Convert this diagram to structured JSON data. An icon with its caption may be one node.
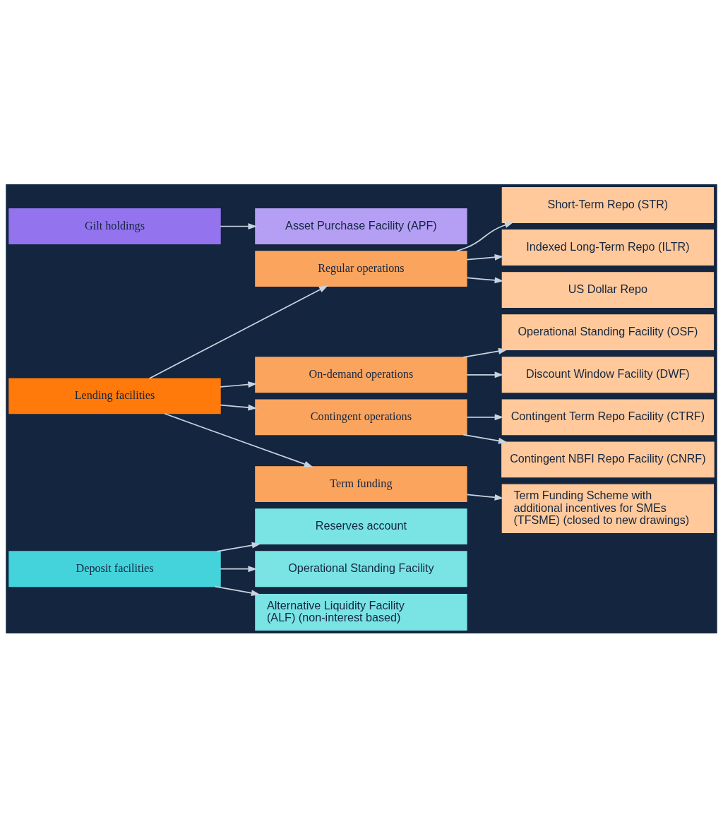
{
  "diagram": {
    "nodes": [
      {
        "text": [
          "Deposit facilities"
        ]
      },
      {
        "text": [
          "Reserves account"
        ]
      },
      {
        "text": [
          "Operational Standing Facility"
        ]
      },
      {
        "text": [
          "Alternative Liquidity Facility (ALF) (non-interest based)"
        ]
      },
      {
        "text": [
          "Lending facilities"
        ]
      },
      {
        "text": [
          "Regular operations"
        ]
      },
      {
        "text": [
          "Short-Term Repo (STR)"
        ]
      },
      {
        "text": [
          "Indexed Long-Term Repo (ILTR)"
        ]
      },
      {
        "text": [
          "US Dollar Repo"
        ]
      },
      {
        "text": [
          "On-demand operations"
        ]
      },
      {
        "text": [
          "Operational Standing Facility (OSF)"
        ]
      },
      {
        "text": [
          "Discount Window Facility (DWF)"
        ]
      },
      {
        "text": [
          "Contingent operations"
        ]
      },
      {
        "text": [
          "Contingent Term Repo Facility (CTRF)"
        ]
      },
      {
        "text": [
          "Contingent NBFI Repo Facility (CNRF)"
        ]
      },
      {
        "text": [
          "Term funding"
        ]
      },
      {
        "text": [
          "Term Funding Scheme with additional incentives for SMEs (TFSME) (closed to new drawings)"
        ]
      },
      {
        "text": [
          "Gilt holdings"
        ]
      },
      {
        "text": [
          "Asset Purchase Facility (APF)"
        ]
      }
    ],
    "edges": [
      {
        "from": 0,
        "to": 1,
        "arrow": "to"
      },
      {
        "from": 0,
        "to": 2,
        "arrow": "to"
      },
      {
        "from": 0,
        "to": 3,
        "arrow": "to"
      },
      {
        "from": 4,
        "to": 5,
        "arrow": "to"
      },
      {
        "from": 4,
        "to": 9,
        "arrow": "to"
      },
      {
        "from": 4,
        "to": 12,
        "arrow": "to"
      },
      {
        "from": 4,
        "to": 15,
        "arrow": "to"
      },
      {
        "from": 5,
        "to": 6,
        "arrow": "to"
      },
      {
        "from": 5,
        "to": 7,
        "arrow": "to"
      },
      {
        "from": 5,
        "to": 8,
        "arrow": "to"
      },
      {
        "from": 9,
        "to": 10,
        "arrow": "to"
      },
      {
        "from": 9,
        "to": 11,
        "arrow": "to"
      },
      {
        "from": 12,
        "to": 13,
        "arrow": "to"
      },
      {
        "from": 12,
        "to": 14,
        "arrow": "to"
      },
      {
        "from": 15,
        "to": 16,
        "arrow": "to"
      },
      {
        "from": 17,
        "to": 18,
        "arrow": "to"
      }
    ]
  }
}
